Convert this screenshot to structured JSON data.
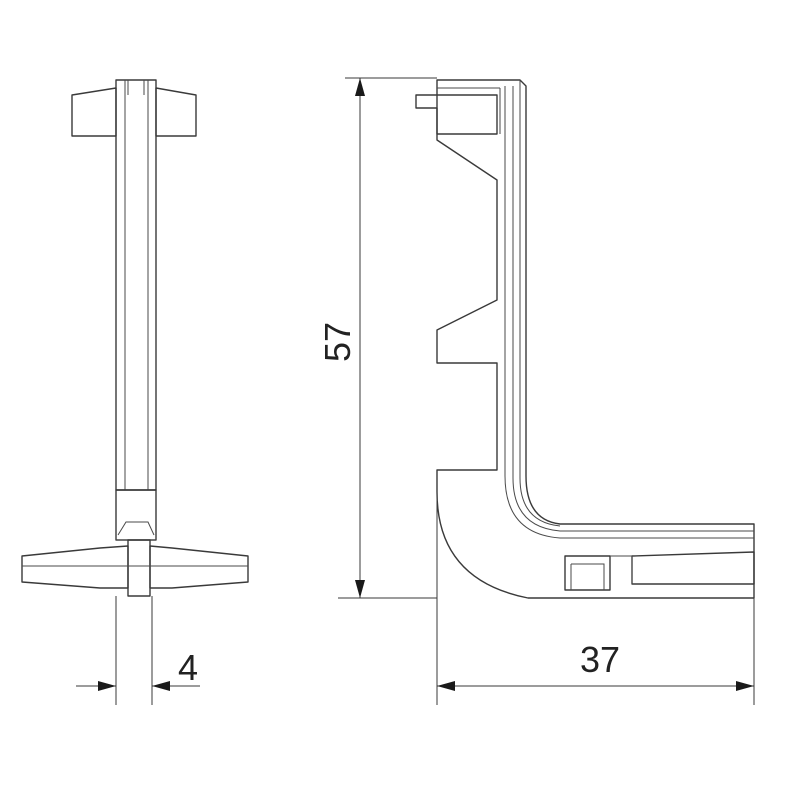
{
  "dimensions": {
    "height": "57",
    "width": "37",
    "thickness": "4"
  },
  "colors": {
    "line": "#3a3a3a",
    "text": "#222222",
    "background": "#ffffff"
  }
}
